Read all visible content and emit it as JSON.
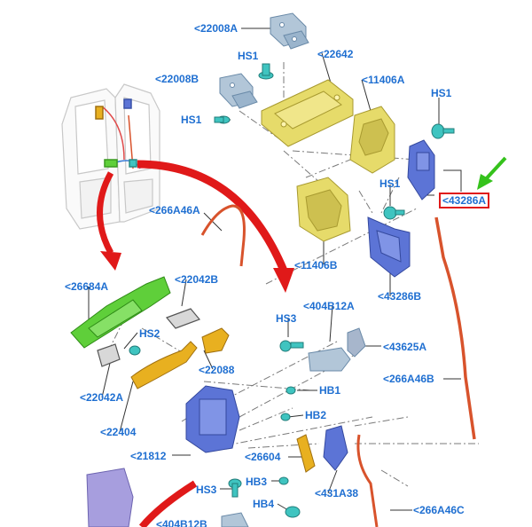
{
  "labels": {
    "p22008A": "<22008A",
    "p22008B": "<22008B",
    "p22642": "<22642",
    "p11406A": "<11406A",
    "hs1_a": "HS1",
    "hs1_b": "HS1",
    "hs1_c": "HS1",
    "hs1_d": "HS1",
    "p43286A": "<43286A",
    "p266A46A": "<266A46A",
    "p11406B": "<11406B",
    "p26684A": "<26684A",
    "p22042B": "<22042B",
    "p404B12A": "<404B12A",
    "p43286B": "<43286B",
    "hs2": "HS2",
    "hs3_a": "HS3",
    "p43625A": "<43625A",
    "p22088": "<22088",
    "p22042A": "<22042A",
    "p266A46B": "<266A46B",
    "hb1": "HB1",
    "p22404": "<22404",
    "hb2": "HB2",
    "p21812": "<21812",
    "p26604": "<26604",
    "hs3_b": "HS3",
    "hb3": "HB3",
    "p431A38": "<431A38",
    "hb4": "HB4",
    "p266A46C": "<266A46C",
    "p404B12B": "<404B12B"
  },
  "colors": {
    "label": "#1f6fd1",
    "highlight": "#e01919",
    "arrow_red": "#e01919",
    "arrow_green": "#35c21c",
    "cable": "#d8532c",
    "panel_yellow": "#e6db6a",
    "bracket_blue": "#5c74d6",
    "handle_gold": "#e8b020",
    "carrier_green": "#5fcf3a",
    "fastener_teal": "#3fc4c0",
    "hinge_steel": "#9ab4cc",
    "pad_violet": "#a79ede"
  },
  "icons": {
    "pointer_arrow": "green-arrow-icon",
    "flow_arrow": "red-curved-arrow-icon"
  }
}
